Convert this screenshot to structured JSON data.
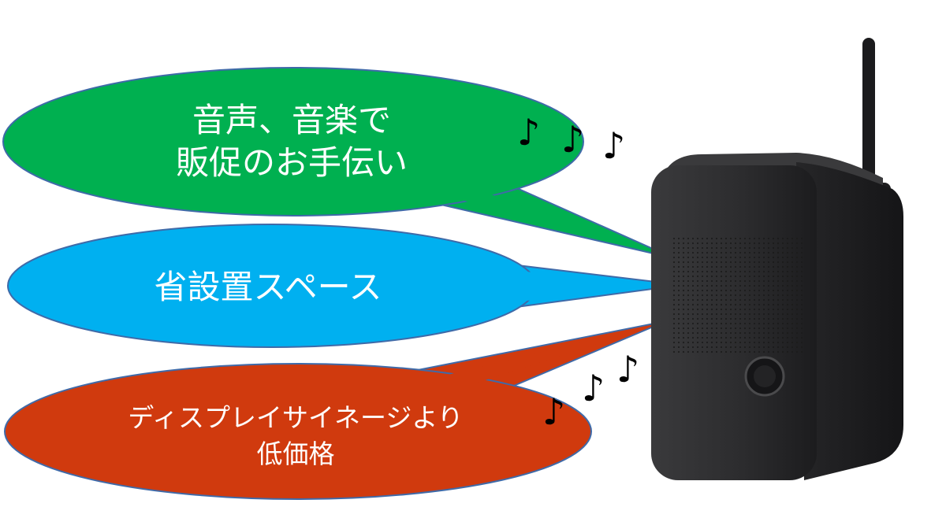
{
  "bubbles": {
    "sales": {
      "line1": "音声、音楽で",
      "line2": "販促のお手伝い",
      "color": "#00b050"
    },
    "space": {
      "text": "省設置スペース",
      "color": "#00b0f0"
    },
    "price": {
      "line1": "ディスプレイサイネージより",
      "line2": "低価格",
      "color": "#d03a0e"
    }
  },
  "music_note_glyph": "♪",
  "device": {
    "body_color": "#2e2e30",
    "icon": "speaker-device-icon"
  }
}
